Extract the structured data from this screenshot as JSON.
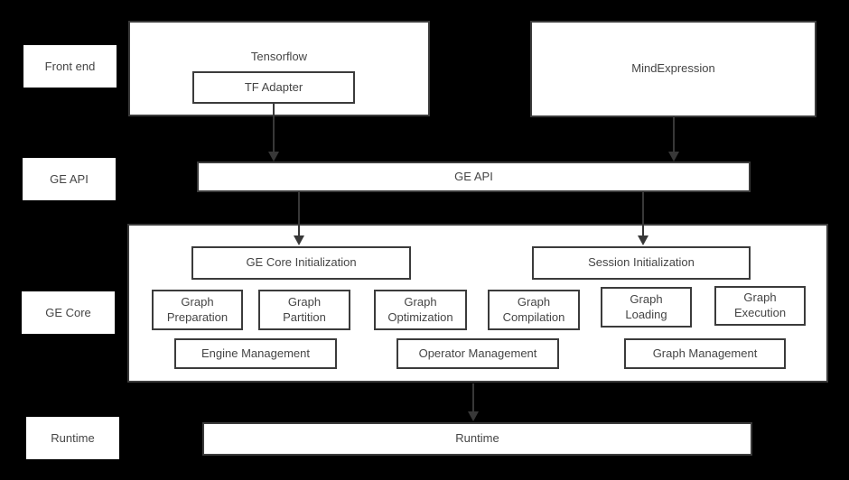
{
  "colors": {
    "background": "#000000",
    "box_fill": "#ffffff",
    "box_border": "#3b3b3b",
    "text": "#454545",
    "arrow": "#383838"
  },
  "diagram": {
    "row_labels": [
      {
        "label": "Front end"
      },
      {
        "label": "GE API"
      },
      {
        "label": "GE Core"
      },
      {
        "label": "Runtime"
      }
    ],
    "nodes": {
      "tensorflow": "Tensorflow",
      "tf_adapter": "TF Adapter",
      "mindexpression": "MindExpression",
      "ge_api": "GE API",
      "ge_core_initialization": "GE Core Initialization",
      "session_initialization": "Session Initialization",
      "graph_preparation": "Graph Preparation",
      "graph_partition": "Graph Partition",
      "graph_optimization": "Graph Optimization",
      "graph_compilation": "Graph Compilation",
      "graph_loading": "Graph Loading",
      "graph_execution": "Graph Execution",
      "engine_management": "Engine Management",
      "operator_management": "Operator Management",
      "graph_management": "Graph Management",
      "runtime": "Runtime"
    }
  }
}
